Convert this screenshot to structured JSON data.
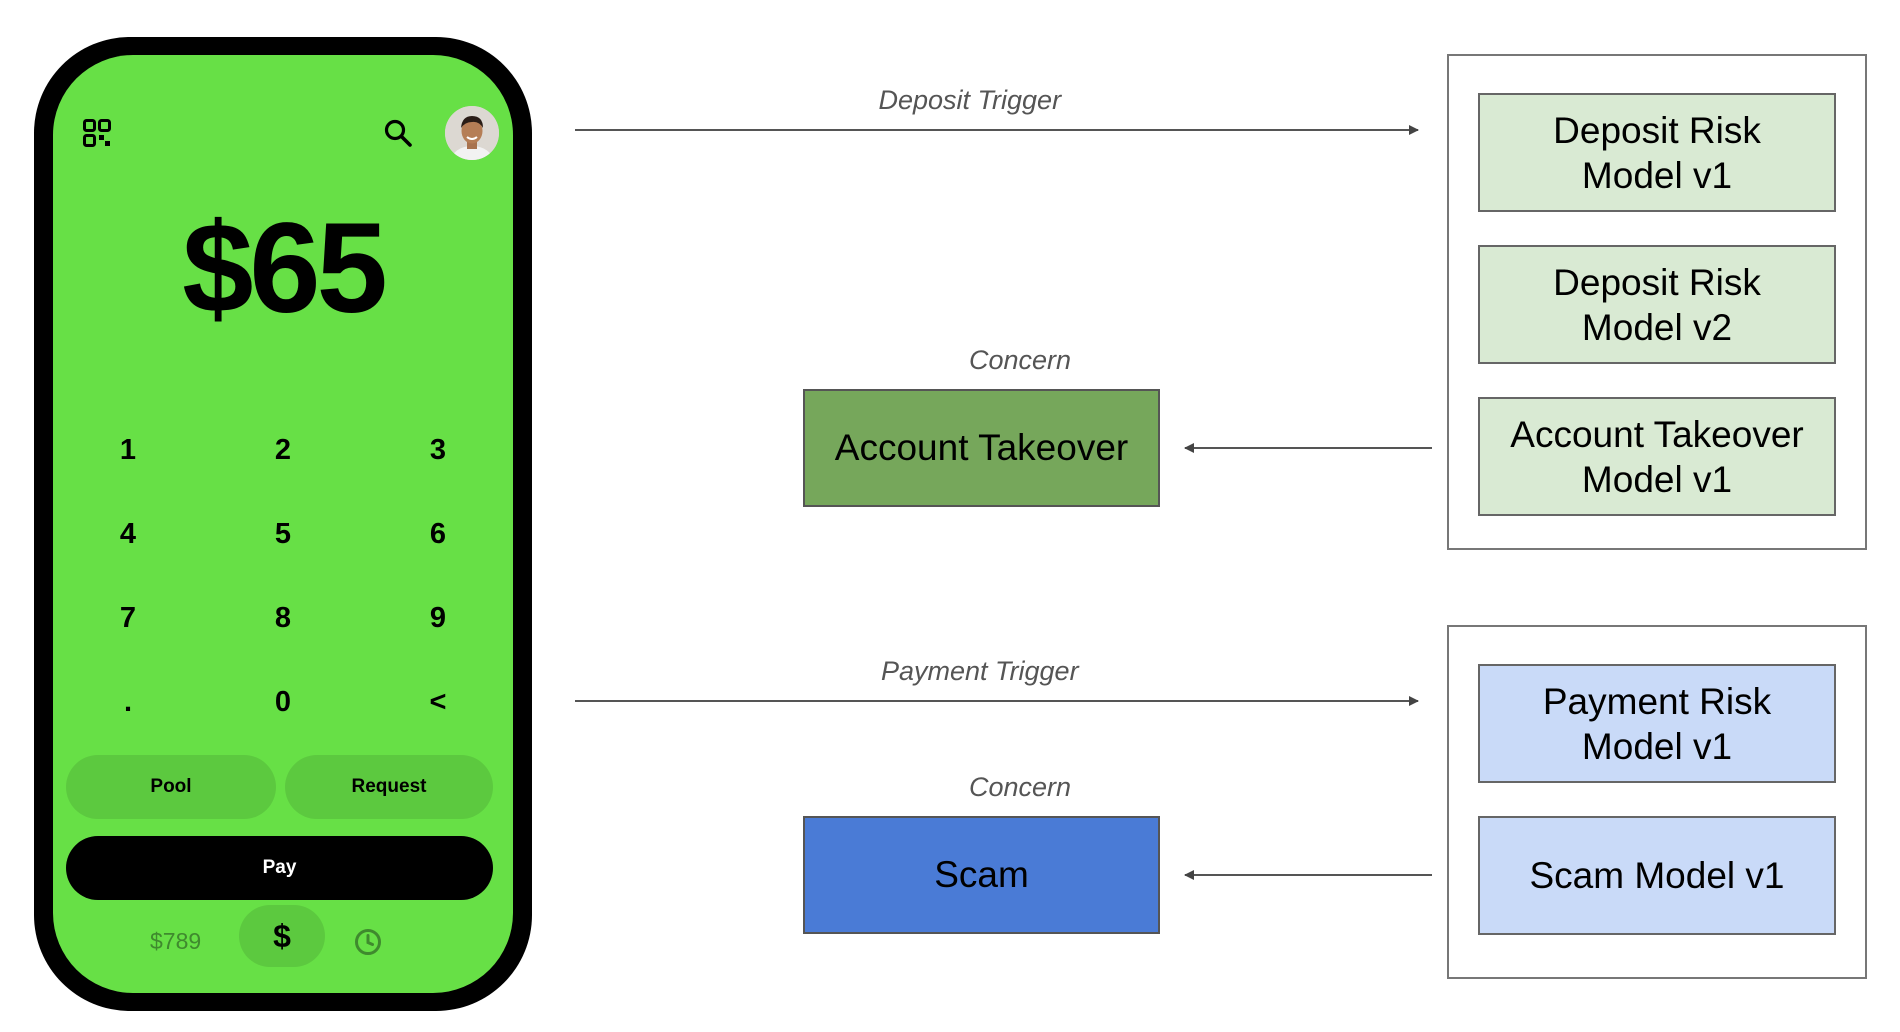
{
  "colors": {
    "phone_screen": "#67e046",
    "pill_bg": "#5cc93f",
    "deposit_model_fill": "#d9ead3",
    "payment_model_fill": "#c9daf8",
    "account_takeover_fill": "#76a75b",
    "scam_fill": "#4a7bd6"
  },
  "phone": {
    "qr_icon": "qr-code-icon",
    "search_icon": "search-icon",
    "avatar": "user-avatar",
    "amount": "$65",
    "keys": [
      "1",
      "2",
      "3",
      "4",
      "5",
      "6",
      "7",
      "8",
      "9",
      ".",
      "0",
      "<"
    ],
    "pool_label": "Pool",
    "request_label": "Request",
    "pay_label": "Pay",
    "balance": "$789",
    "money_tab": "$",
    "activity_icon": "clock-icon"
  },
  "diagram": {
    "deposit_trigger": "Deposit Trigger",
    "payment_trigger": "Payment Trigger",
    "concern_label_1": "Concern",
    "concern_label_2": "Concern",
    "account_takeover": "Account Takeover",
    "scam": "Scam",
    "deposit_models": [
      {
        "line1": "Deposit Risk",
        "line2": "Model v1"
      },
      {
        "line1": "Deposit Risk",
        "line2": "Model v2"
      },
      {
        "line1": "Account Takeover",
        "line2": "Model v1"
      }
    ],
    "payment_models": [
      {
        "line1": "Payment Risk",
        "line2": "Model v1"
      },
      {
        "line1": "Scam Model v1",
        "line2": ""
      }
    ]
  }
}
